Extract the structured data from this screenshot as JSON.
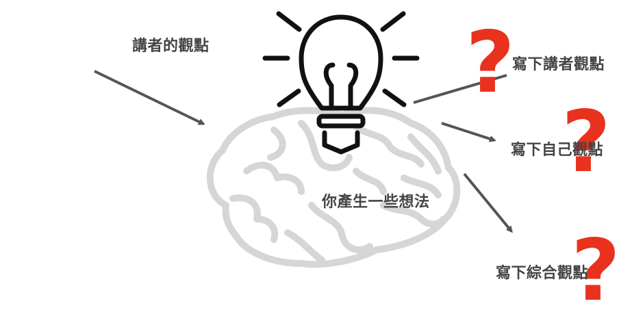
{
  "labels": {
    "speaker_view": "講者的觀點",
    "you_generate_ideas": "你產生一些想法",
    "write_speaker_view": "寫下講者觀點",
    "write_own_view": "寫下自己觀點",
    "write_combined_view": "寫下綜合觀點"
  },
  "question_marks": [
    "?",
    "?",
    "?"
  ],
  "colors": {
    "arrow": "#555555",
    "text": "#444444",
    "question_mark": "#e8321d",
    "brain_outline": "#d6d6d6",
    "bulb": "#111111"
  },
  "icons": {
    "brain": "brain-icon",
    "bulb": "light-bulb-icon"
  }
}
